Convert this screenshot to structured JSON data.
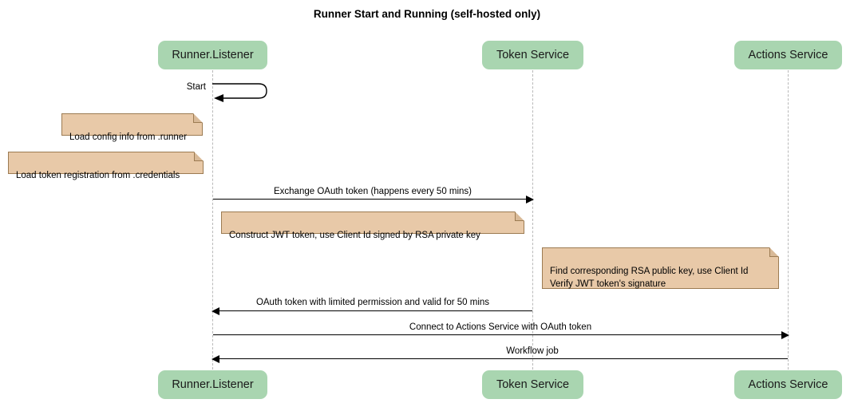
{
  "diagram": {
    "title": "Runner Start and Running (self-hosted only)",
    "type": "sequence-diagram",
    "colors": {
      "participant_fill": "#a9d5b0",
      "note_fill": "#e8c9a8",
      "note_border": "#9c7b52",
      "lifeline": "#b9b9b9",
      "arrow": "#000000",
      "text": "#000000"
    }
  },
  "participants": [
    {
      "id": "runner",
      "label": "Runner.Listener"
    },
    {
      "id": "token",
      "label": "Token Service"
    },
    {
      "id": "actions",
      "label": "Actions Service"
    }
  ],
  "messages": [
    {
      "id": "m1",
      "label": "Start",
      "from": "runner",
      "to": "runner",
      "kind": "self"
    },
    {
      "id": "m2",
      "label": "Exchange OAuth token (happens every 50 mins)",
      "from": "runner",
      "to": "token",
      "direction": "right"
    },
    {
      "id": "m3",
      "label": "OAuth token with limited permission and valid for 50 mins",
      "from": "token",
      "to": "runner",
      "direction": "left"
    },
    {
      "id": "m4",
      "label": "Connect to Actions Service with OAuth token",
      "from": "runner",
      "to": "actions",
      "direction": "right"
    },
    {
      "id": "m5",
      "label": "Workflow job",
      "from": "actions",
      "to": "runner",
      "direction": "left"
    }
  ],
  "notes": [
    {
      "id": "n1",
      "text": "Load config info from .runner"
    },
    {
      "id": "n2",
      "text": "Load token registration from .credentials"
    },
    {
      "id": "n3",
      "text": "Construct JWT token, use Client Id signed by RSA private key"
    },
    {
      "id": "n4",
      "text": "Find corresponding RSA public key, use Client Id\nVerify JWT token's signature"
    }
  ]
}
